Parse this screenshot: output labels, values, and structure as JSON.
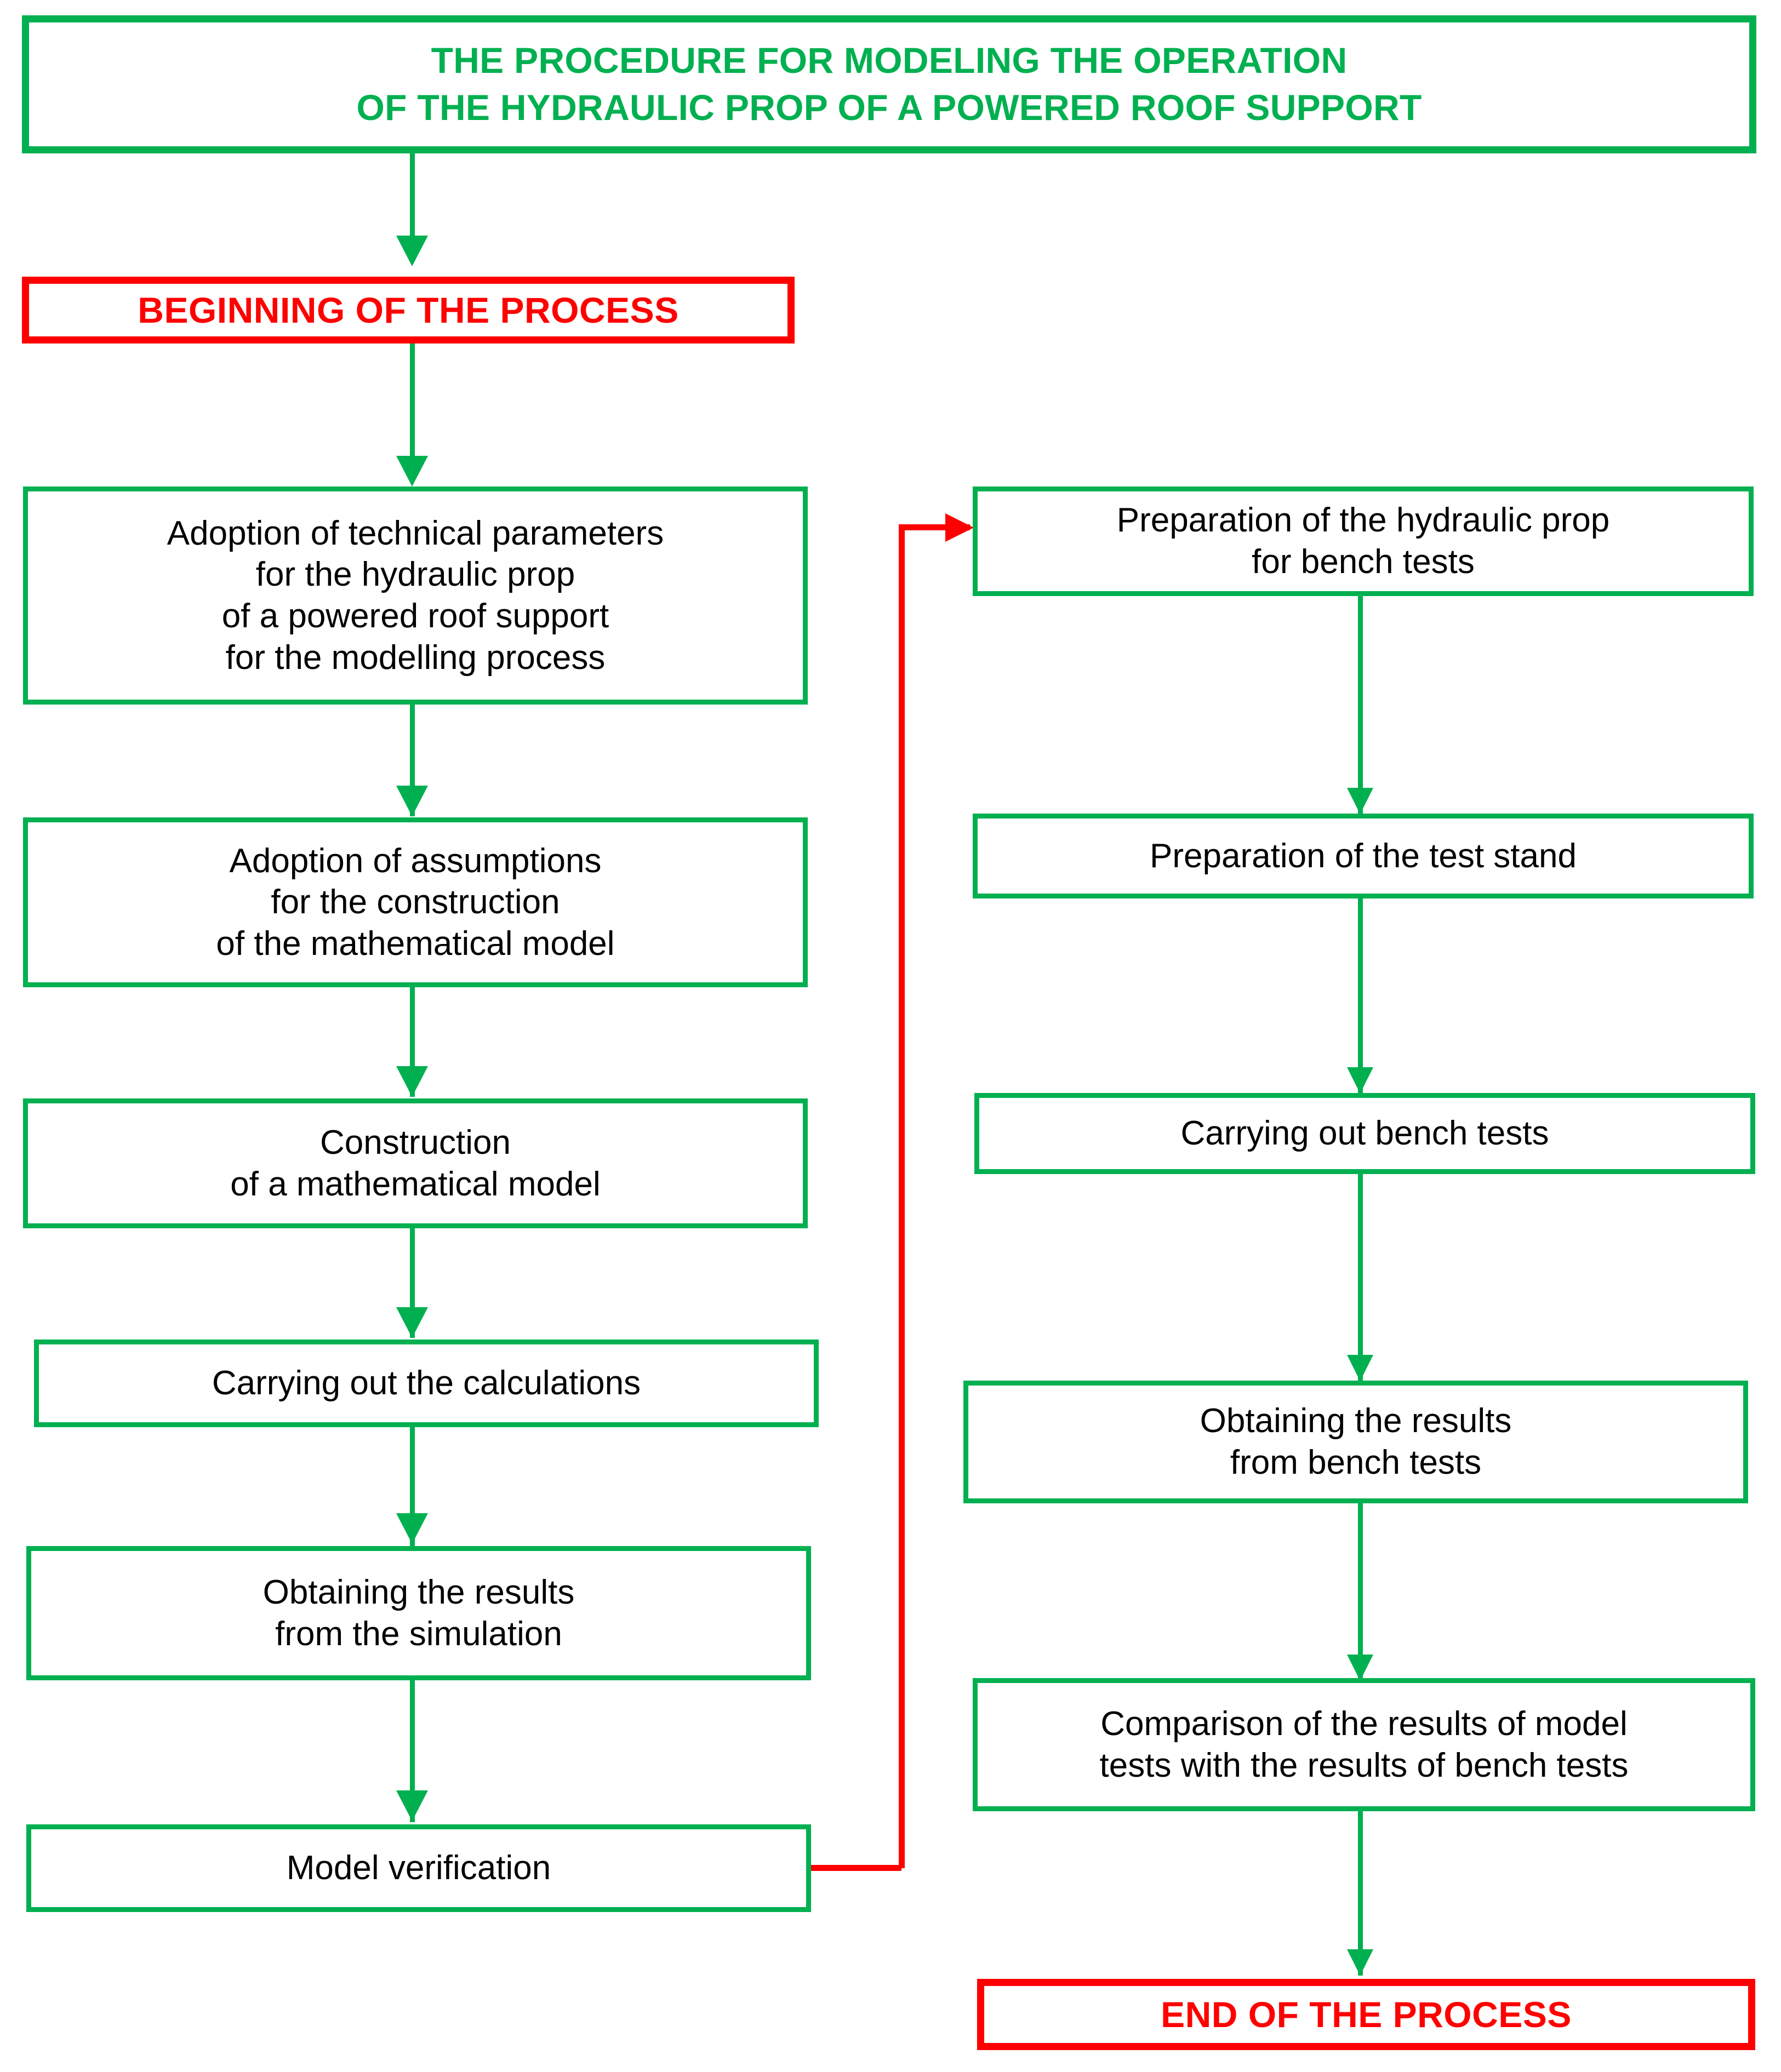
{
  "diagram": {
    "title_box": {
      "text": "THE PROCEDURE FOR MODELING THE OPERATION\nOF THE HYDRAULIC PROP OF A POWERED ROOF SUPPORT",
      "border_color": "#00b050",
      "text_color": "#00b050"
    },
    "colors": {
      "process_border": "#00b050",
      "process_text": "#000000",
      "terminal_border": "#ff0000",
      "terminal_text": "#ff0000",
      "flow_arrow": "#00b050",
      "feedback_arrow": "#ff0000",
      "background": "#ffffff"
    },
    "terminals": {
      "start": "BEGINNING OF THE PROCESS",
      "end": "END OF THE PROCESS"
    },
    "left_column": [
      {
        "id": "adoption-technical-parameters",
        "text": "Adoption of technical parameters\nfor the hydraulic prop\nof a powered roof support\nfor the modelling process"
      },
      {
        "id": "adoption-assumptions",
        "text": "Adoption of assumptions\nfor the construction\nof the mathematical model"
      },
      {
        "id": "construction-mathematical-model",
        "text": "Construction\nof a mathematical model"
      },
      {
        "id": "carrying-out-calculations",
        "text": "Carrying out the calculations"
      },
      {
        "id": "obtaining-results-simulation",
        "text": "Obtaining the results\nfrom the simulation"
      },
      {
        "id": "model-verification",
        "text": "Model verification"
      }
    ],
    "right_column": [
      {
        "id": "preparation-hydraulic-prop",
        "text": "Preparation of the hydraulic prop\nfor bench tests"
      },
      {
        "id": "preparation-test-stand",
        "text": "Preparation of the test stand"
      },
      {
        "id": "carrying-out-bench-tests",
        "text": "Carrying out bench tests"
      },
      {
        "id": "obtaining-results-bench-tests",
        "text": "Obtaining the results\nfrom bench tests"
      },
      {
        "id": "comparison-model-bench",
        "text": "Comparison of the results of model\ntests with the results of bench tests"
      }
    ]
  }
}
